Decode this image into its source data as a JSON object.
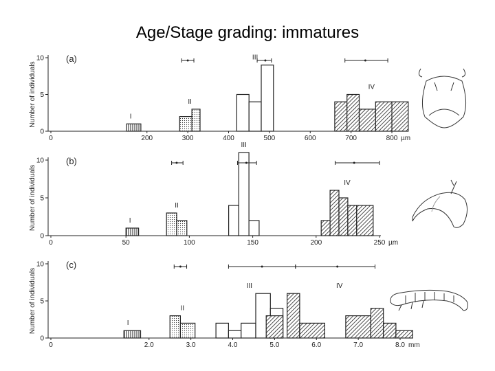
{
  "title": "Age/Stage grading:  immatures",
  "chart_data": [
    {
      "type": "bar",
      "panel": "(a)",
      "ylabel": "Number of individuals",
      "xlabel": "",
      "unit": "µm",
      "ylim": [
        0,
        10
      ],
      "yticks": [
        "0",
        "5",
        "10"
      ],
      "xlim": [
        0,
        800
      ],
      "xticks": [
        {
          "v": 0,
          "label": "0"
        },
        {
          "v": 200,
          "label": "200"
        },
        {
          "v": 300,
          "label": "300"
        },
        {
          "v": 400,
          "label": "400"
        },
        {
          "v": 500,
          "label": "500"
        },
        {
          "v": 600,
          "label": "600"
        },
        {
          "v": 700,
          "label": "700"
        },
        {
          "v": 800,
          "label": "800"
        }
      ],
      "stages": [
        {
          "label": "I",
          "pattern": "vertical",
          "bins": [
            [
              150,
              185,
              1
            ]
          ]
        },
        {
          "label": "II",
          "pattern": "dots",
          "bins": [
            [
              280,
              310,
              2
            ],
            [
              310,
              330,
              3
            ]
          ]
        },
        {
          "label": "III",
          "pattern": "blank",
          "bins": [
            [
              420,
              450,
              5
            ],
            [
              450,
              480,
              4
            ],
            [
              480,
              510,
              9
            ]
          ]
        },
        {
          "label": "IV",
          "pattern": "hatch",
          "bins": [
            [
              660,
              690,
              4
            ],
            [
              690,
              720,
              5
            ],
            [
              720,
              760,
              3
            ],
            [
              760,
              800,
              4
            ],
            [
              800,
              840,
              4
            ]
          ]
        }
      ],
      "ranges": [
        {
          "from": 285,
          "to": 315,
          "mean": 300
        },
        {
          "from": 470,
          "to": 505,
          "mean": 490
        },
        {
          "from": 685,
          "to": 790,
          "mean": 735
        }
      ]
    },
    {
      "type": "bar",
      "panel": "(b)",
      "ylabel": "Number of individuals",
      "xlabel": "",
      "unit": "µm",
      "ylim": [
        0,
        10
      ],
      "yticks": [
        "0",
        "5",
        "10"
      ],
      "xlim": [
        0,
        250
      ],
      "xticks": [
        {
          "v": 0,
          "label": "0"
        },
        {
          "v": 50,
          "label": "50"
        },
        {
          "v": 100,
          "label": "100"
        },
        {
          "v": 150,
          "label": "150"
        },
        {
          "v": 200,
          "label": "200"
        },
        {
          "v": 250,
          "label": "250"
        }
      ],
      "stages": [
        {
          "label": "I",
          "pattern": "vertical",
          "bins": [
            [
              50,
              60,
              1
            ]
          ]
        },
        {
          "label": "II",
          "pattern": "dots",
          "bins": [
            [
              82,
              90,
              3
            ],
            [
              90,
              98,
              2
            ]
          ]
        },
        {
          "label": "III",
          "pattern": "blank",
          "bins": [
            [
              131,
              139,
              4
            ],
            [
              139,
              147,
              11
            ],
            [
              147,
              155,
              2
            ]
          ]
        },
        {
          "label": "IV",
          "pattern": "hatch",
          "bins": [
            [
              204,
              211,
              2
            ],
            [
              211,
              218,
              6
            ],
            [
              218,
              225,
              5
            ],
            [
              225,
              232,
              4
            ],
            [
              232,
              245,
              4
            ]
          ]
        }
      ],
      "ranges": [
        {
          "from": 86,
          "to": 95,
          "mean": 90
        },
        {
          "from": 138,
          "to": 153,
          "mean": 145
        },
        {
          "from": 215,
          "to": 250,
          "mean": 230
        }
      ]
    },
    {
      "type": "bar",
      "panel": "(c)",
      "ylabel": "Number of individuals",
      "xlabel": "",
      "unit": "mm",
      "ylim": [
        0,
        10
      ],
      "yticks": [
        "0",
        "5",
        "10"
      ],
      "xlim": [
        0,
        8.0
      ],
      "xticks": [
        {
          "v": 0,
          "label": "0"
        },
        {
          "v": 2.0,
          "label": "2.0"
        },
        {
          "v": 3.0,
          "label": "3.0"
        },
        {
          "v": 4.0,
          "label": "4.0"
        },
        {
          "v": 5.0,
          "label": "5.0"
        },
        {
          "v": 6.0,
          "label": "6.0"
        },
        {
          "v": 7.0,
          "label": "7.0"
        },
        {
          "v": 8.0,
          "label": "8.0"
        }
      ],
      "stages": [
        {
          "label": "I",
          "pattern": "vertical",
          "bins": [
            [
              1.4,
              1.8,
              1
            ]
          ]
        },
        {
          "label": "II",
          "pattern": "dots",
          "bins": [
            [
              2.5,
              2.75,
              3
            ],
            [
              2.75,
              3.1,
              2
            ]
          ]
        },
        {
          "label": "III",
          "pattern": "blank",
          "bins": [
            [
              3.6,
              3.9,
              2
            ],
            [
              3.9,
              4.2,
              1
            ],
            [
              4.2,
              4.55,
              2
            ],
            [
              4.55,
              4.9,
              6
            ],
            [
              4.9,
              5.2,
              4
            ]
          ]
        },
        {
          "label": "IV",
          "pattern": "hatch",
          "bins": [
            [
              4.8,
              5.2,
              3
            ],
            [
              5.3,
              5.6,
              6
            ],
            [
              5.6,
              6.2,
              2
            ],
            [
              6.7,
              7.3,
              3
            ],
            [
              7.3,
              7.6,
              4
            ],
            [
              7.6,
              7.9,
              2
            ],
            [
              7.9,
              8.3,
              1
            ]
          ]
        }
      ],
      "ranges": [
        {
          "from": 2.6,
          "to": 2.9,
          "mean": 2.75
        },
        {
          "from": 3.9,
          "to": 5.5,
          "mean": 4.7
        },
        {
          "from": 5.5,
          "to": 7.4,
          "mean": 6.5
        }
      ]
    }
  ]
}
